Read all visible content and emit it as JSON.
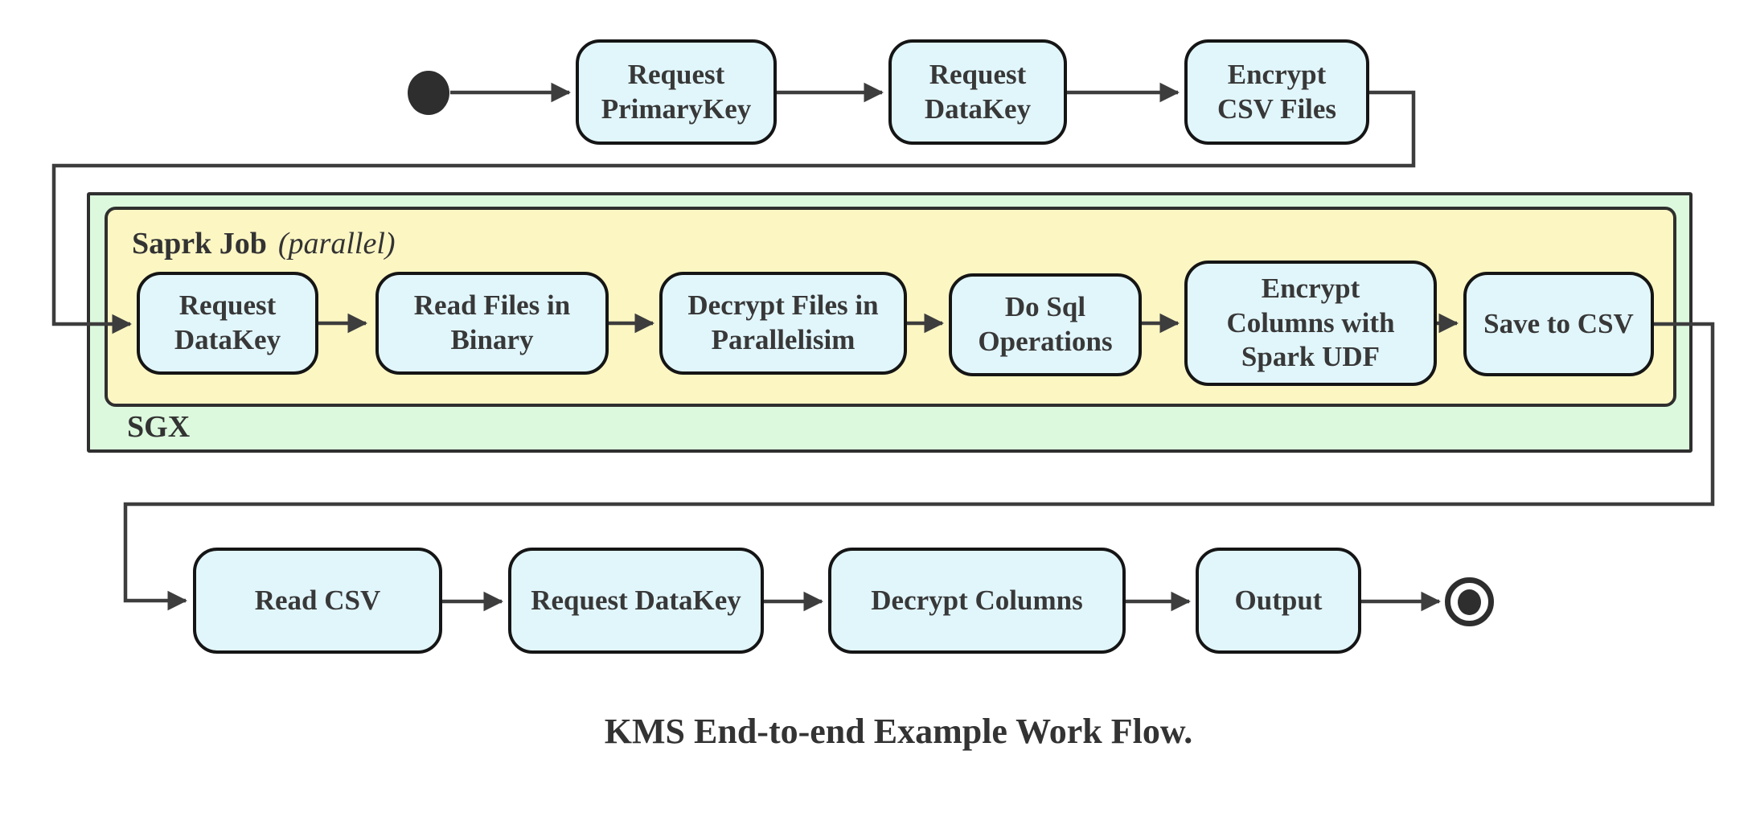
{
  "diagram": {
    "caption": "KMS End-to-end Example Work Flow.",
    "top_row": {
      "nodes": [
        "Request\nPrimaryKey",
        "Request\nDataKey",
        "Encrypt\nCSV Files"
      ]
    },
    "sgx_container": {
      "label": "SGX",
      "spark_container": {
        "title": "Saprk Job",
        "mode": "(parallel)",
        "nodes": [
          "Request\nDataKey",
          "Read Files in\nBinary",
          "Decrypt Files in\nParallelisim",
          "Do Sql\nOperations",
          "Encrypt\nColumns with\nSpark UDF",
          "Save to CSV"
        ]
      }
    },
    "bottom_row": {
      "nodes": [
        "Read CSV",
        "Request DataKey",
        "Decrypt Columns",
        "Output"
      ]
    },
    "colors": {
      "node_fill": "#e1f6fb",
      "node_border": "#151515",
      "sgx_fill": "#dcf9dd",
      "spark_fill": "#fcf6c3",
      "container_border": "#2f2f2f",
      "connector": "#3d3d3d",
      "text": "#383838"
    }
  }
}
